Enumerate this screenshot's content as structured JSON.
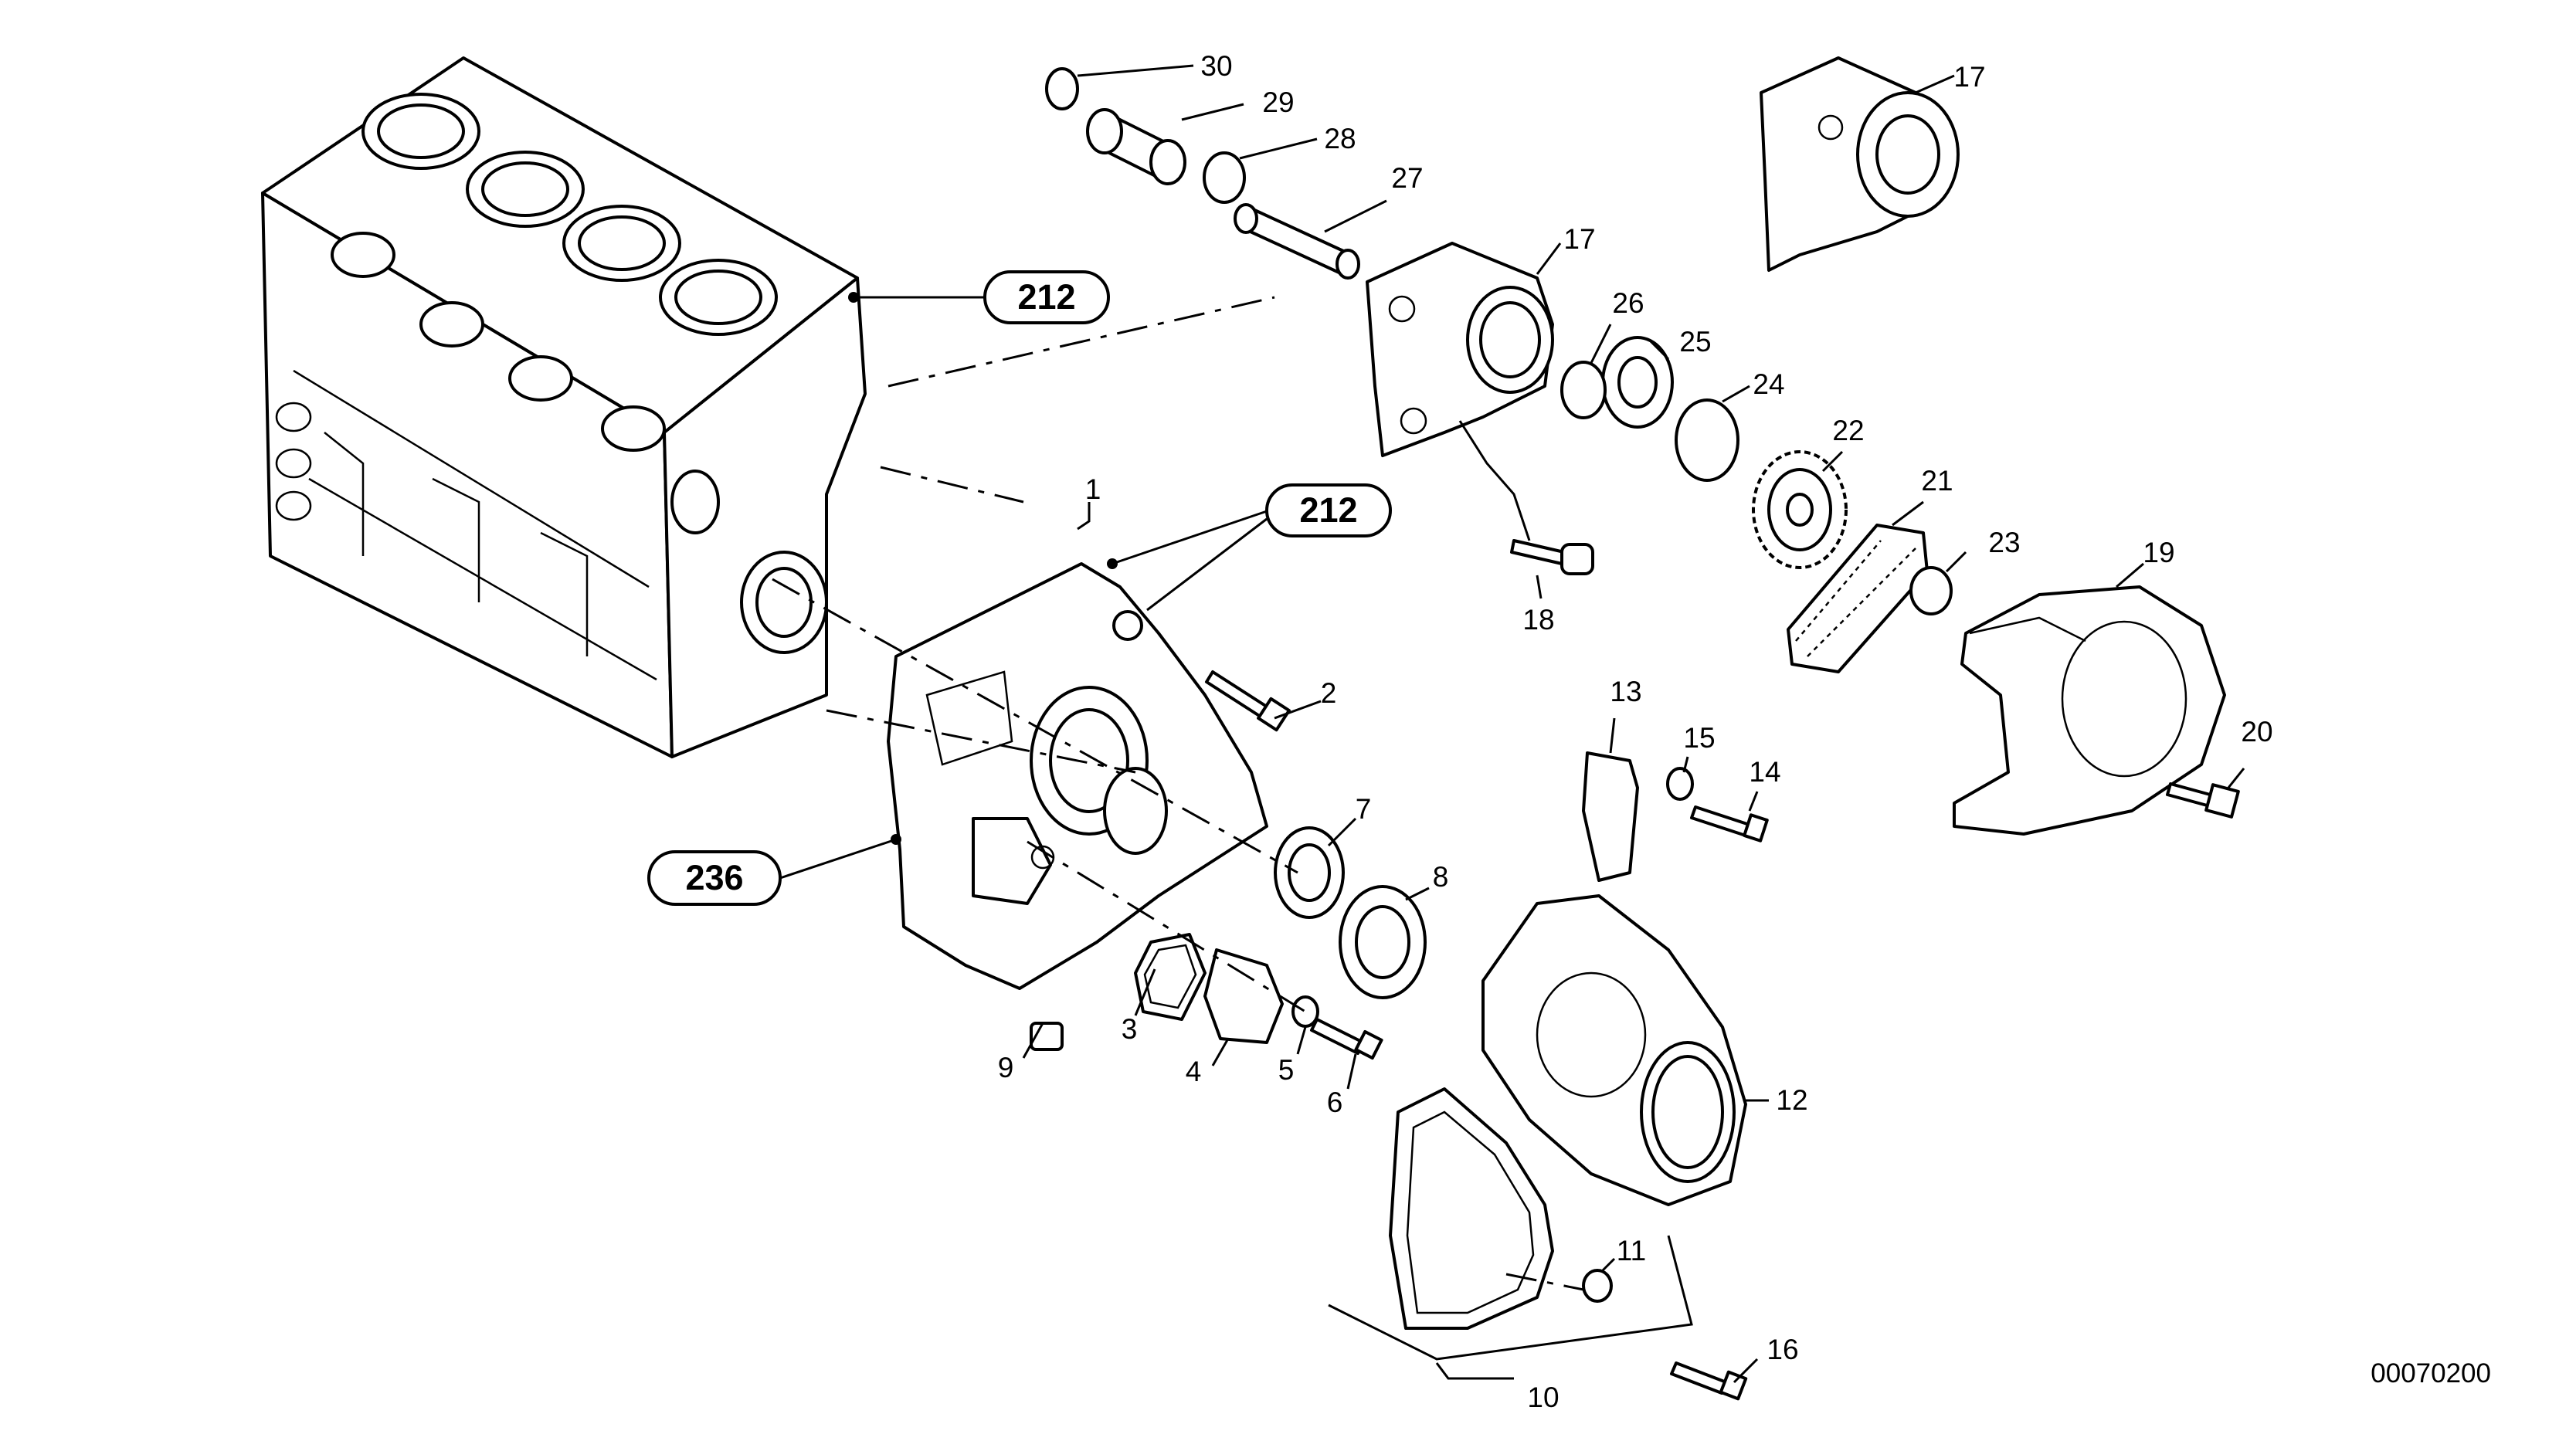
{
  "diagram": {
    "document_number": "00070200",
    "reference_tags": [
      "212",
      "212",
      "236"
    ],
    "callouts": [
      "1",
      "2",
      "3",
      "4",
      "5",
      "6",
      "7",
      "8",
      "9",
      "10",
      "11",
      "12",
      "13",
      "14",
      "15",
      "16",
      "17",
      "17",
      "18",
      "19",
      "20",
      "21",
      "22",
      "23",
      "24",
      "25",
      "26",
      "27",
      "28",
      "29",
      "30"
    ]
  }
}
